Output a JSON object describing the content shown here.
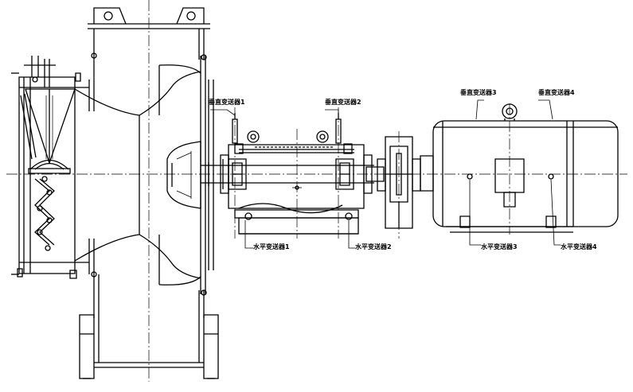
{
  "labels": {
    "vertical_sensor_1": "垂直变送器1",
    "vertical_sensor_2": "垂直变送器2",
    "vertical_sensor_3": "垂直变送器3",
    "vertical_sensor_4": "垂直变送器4",
    "horizontal_sensor_1": "水平变送器1",
    "horizontal_sensor_2": "水平变送器2",
    "horizontal_sensor_3": "水平变送器3",
    "horizontal_sensor_4": "水平变送器4"
  },
  "colors": {
    "line": "#000000",
    "background": "#ffffff"
  }
}
